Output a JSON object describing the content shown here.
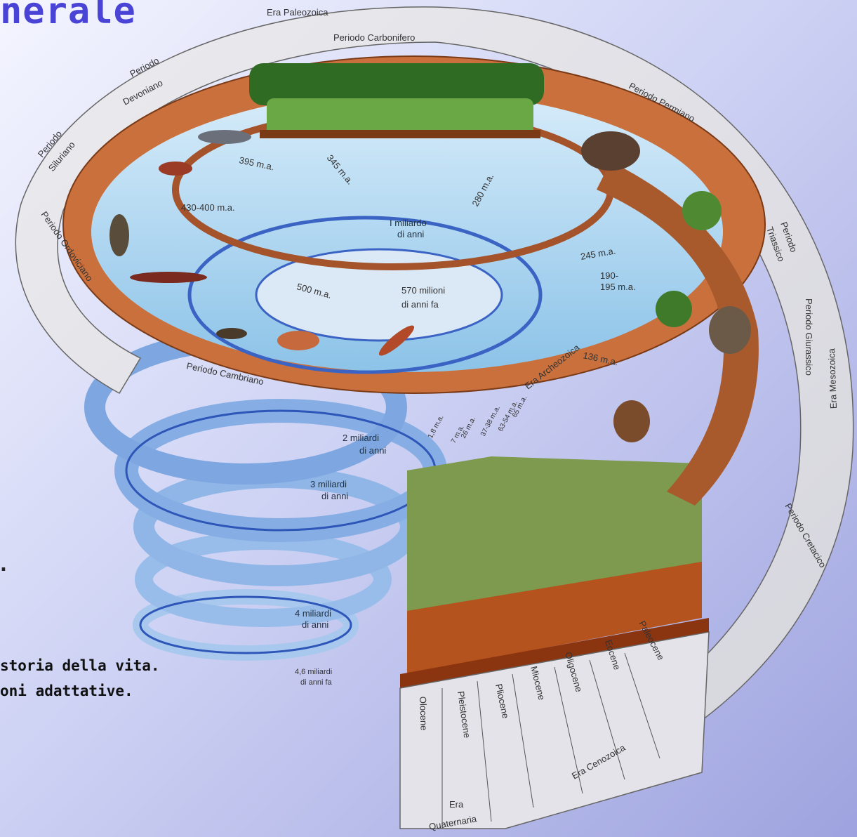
{
  "title": "nerale",
  "text_lines": [
    "storia della vita.",
    "oni adattative."
  ],
  "bullet": ".",
  "diagram": {
    "eras": {
      "paleozoica": "Era Paleozoica",
      "archeozoica": "Era Archeozoica",
      "mesozoica": "Era Mesozoica",
      "cenozoica": "Era Cenozoica",
      "quaternaria_1": "Era",
      "quaternaria_2": "Quaternaria"
    },
    "periods": {
      "carbonifero": "Periodo Carbonifero",
      "permiano": "Periodo Permiano",
      "triassico_1": "Periodo",
      "triassico_2": "Triassico",
      "giurassico": "Periodo Giurassico",
      "cretacico": "Periodo Cretacico",
      "devoniano_1": "Periodo",
      "devoniano_2": "Devoniano",
      "siluriano_1": "Periodo",
      "siluriano_2": "Siluriano",
      "ordoviciano": "Periodo Ordoviciano",
      "cambriano": "Periodo Cambriano"
    },
    "epochs": {
      "paleocene": "Paleocene",
      "eocene": "Eocene",
      "oligocene": "Oligocene",
      "miocene": "Miocene",
      "pliocene": "Pliocene",
      "pleistocene": "Pleistocene",
      "olocene": "Olocene"
    },
    "ages": {
      "a395": "395 m.a.",
      "a345": "345 m.a.",
      "a280": "280 m.a.",
      "a430": "430-400 m.a.",
      "a245": "245 m.a.",
      "a190": "190-",
      "a195": "195 m.a.",
      "a500": "500 m.a.",
      "a136": "136 m.a.",
      "a65": "65 m.a.",
      "a63": "63-54 m.a.",
      "a37": "37-38 m.a.",
      "a26": "26 m.a.",
      "a7": "7 m.a.",
      "a18": "1,8 m.a."
    },
    "spiral": {
      "m1_1": "I miliardo",
      "m1_2": "di anni",
      "m570_1": "570 milioni",
      "m570_2": "di anni fa",
      "m2_1": "2 miliardi",
      "m2_2": "di anni",
      "m3_1": "3 miliardi",
      "m3_2": "di anni",
      "m4_1": "4 miliardi",
      "m4_2": "di anni",
      "m46_1": "4,6 miliardi",
      "m46_2": "di anni fa"
    }
  },
  "colors": {
    "title": "#4a44d6",
    "water": "#9fd0ee",
    "rock": "#c9703d",
    "spiral": "#8fb6e6"
  }
}
